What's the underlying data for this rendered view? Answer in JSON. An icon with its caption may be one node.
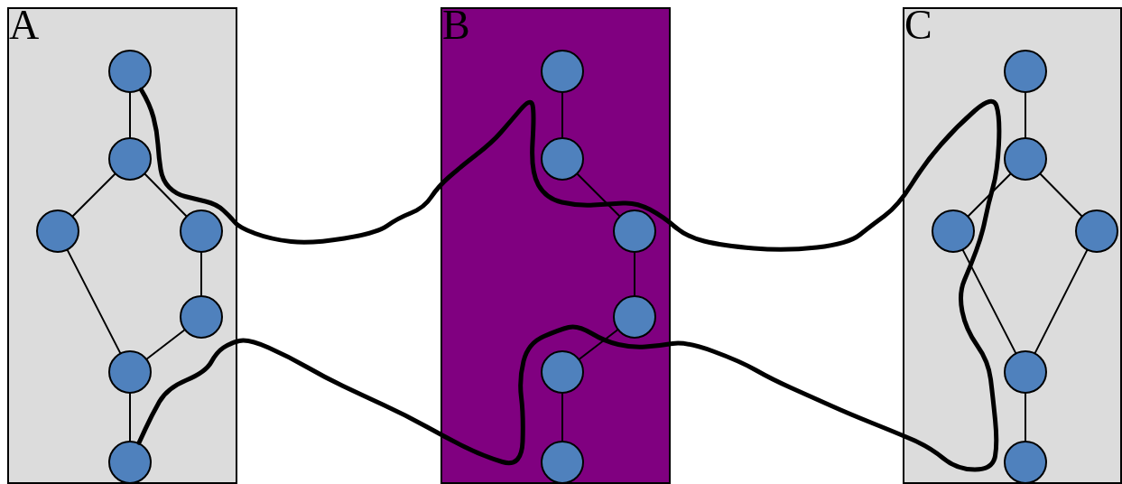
{
  "diagram": {
    "nodes": [
      {
        "text": [
          "A"
        ]
      },
      {
        "text": [],
        "shape": "circle",
        "in": 0
      },
      {
        "text": [],
        "shape": "circle",
        "in": 0
      },
      {
        "text": [],
        "shape": "circle",
        "in": 0
      },
      {
        "text": [],
        "shape": "circle",
        "in": 0
      },
      {
        "text": [],
        "shape": "circle",
        "in": 0
      },
      {
        "text": [],
        "shape": "circle",
        "in": 0
      },
      {
        "text": [],
        "shape": "circle",
        "in": 0
      },
      {
        "text": [
          "B"
        ]
      },
      {
        "text": [],
        "shape": "circle",
        "in": 8
      },
      {
        "text": [],
        "shape": "circle",
        "in": 8
      },
      {
        "text": [],
        "shape": "circle",
        "in": 8
      },
      {
        "text": [],
        "shape": "circle",
        "in": 8
      },
      {
        "text": [],
        "shape": "circle",
        "in": 8
      },
      {
        "text": [],
        "shape": "circle",
        "in": 8
      },
      {
        "text": [
          "C"
        ]
      },
      {
        "text": [],
        "shape": "circle",
        "in": 15
      },
      {
        "text": [],
        "shape": "circle",
        "in": 15
      },
      {
        "text": [],
        "shape": "circle",
        "in": 15
      },
      {
        "text": [],
        "shape": "circle",
        "in": 15
      },
      {
        "text": [],
        "shape": "circle",
        "in": 15
      },
      {
        "text": [],
        "shape": "circle",
        "in": 15
      }
    ],
    "edges": [
      {
        "from": 1,
        "to": 2,
        "arrow": "none"
      },
      {
        "from": 2,
        "to": 3,
        "arrow": "none"
      },
      {
        "from": 2,
        "to": 4,
        "arrow": "none"
      },
      {
        "from": 3,
        "to": 6,
        "arrow": "none"
      },
      {
        "from": 4,
        "to": 5,
        "arrow": "none"
      },
      {
        "from": 5,
        "to": 6,
        "arrow": "none"
      },
      {
        "from": 6,
        "to": 7,
        "arrow": "none"
      },
      {
        "from": 9,
        "to": 10,
        "arrow": "none"
      },
      {
        "from": 10,
        "to": 11,
        "arrow": "none"
      },
      {
        "from": 11,
        "to": 12,
        "arrow": "none"
      },
      {
        "from": 12,
        "to": 13,
        "arrow": "none"
      },
      {
        "from": 13,
        "to": 14,
        "arrow": "none"
      },
      {
        "from": 16,
        "to": 17,
        "arrow": "none"
      },
      {
        "from": 17,
        "to": 18,
        "arrow": "none"
      },
      {
        "from": 17,
        "to": 19,
        "arrow": "none"
      },
      {
        "from": 18,
        "to": 20,
        "arrow": "none"
      },
      {
        "from": 19,
        "to": 20,
        "arrow": "none"
      },
      {
        "from": 20,
        "to": 21,
        "arrow": "none"
      },
      {
        "from": 1,
        "to": 7,
        "arrow": "none",
        "style": "thick"
      }
    ]
  }
}
